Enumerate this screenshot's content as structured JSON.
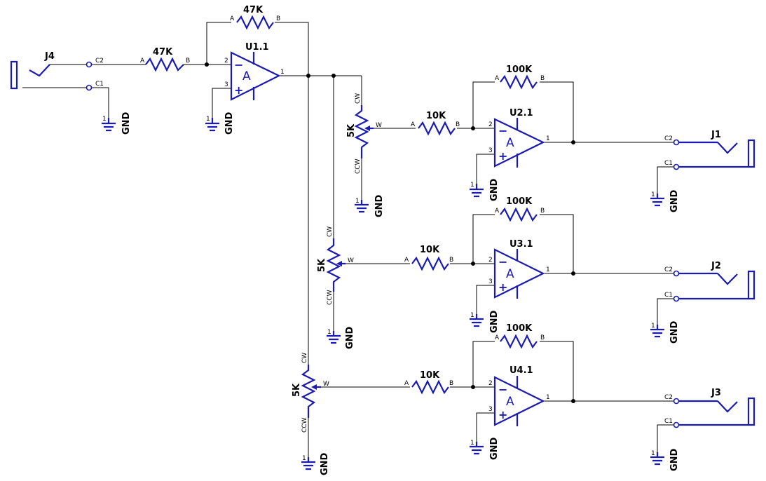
{
  "opamps": [
    {
      "ref": "U1.1",
      "pin_out": "1",
      "pin_inv": "2",
      "pin_noninv": "3",
      "unit": "A",
      "minus": "−",
      "plus": "+"
    },
    {
      "ref": "U2.1",
      "pin_out": "1",
      "pin_inv": "2",
      "pin_noninv": "3",
      "unit": "A",
      "minus": "−",
      "plus": "+"
    },
    {
      "ref": "U3.1",
      "pin_out": "1",
      "pin_inv": "2",
      "pin_noninv": "3",
      "unit": "A",
      "minus": "−",
      "plus": "+"
    },
    {
      "ref": "U4.1",
      "pin_out": "1",
      "pin_inv": "2",
      "pin_noninv": "3",
      "unit": "A",
      "minus": "−",
      "plus": "+"
    }
  ],
  "resistors": [
    {
      "value": "47K",
      "pin_a": "A",
      "pin_b": "B"
    },
    {
      "value": "47K",
      "pin_a": "A",
      "pin_b": "B"
    },
    {
      "value": "100K",
      "pin_a": "A",
      "pin_b": "B"
    },
    {
      "value": "10K",
      "pin_a": "A",
      "pin_b": "B"
    },
    {
      "value": "100K",
      "pin_a": "A",
      "pin_b": "B"
    },
    {
      "value": "10K",
      "pin_a": "A",
      "pin_b": "B"
    },
    {
      "value": "100K",
      "pin_a": "A",
      "pin_b": "B"
    },
    {
      "value": "10K",
      "pin_a": "A",
      "pin_b": "B"
    }
  ],
  "pots": [
    {
      "value": "5K",
      "cw": "CW",
      "ccw": "CCW",
      "wiper": "W"
    },
    {
      "value": "5K",
      "cw": "CW",
      "ccw": "CCW",
      "wiper": "W"
    },
    {
      "value": "5K",
      "cw": "CW",
      "ccw": "CCW",
      "wiper": "W"
    }
  ],
  "jacks": [
    {
      "ref": "J4",
      "tip": "C2",
      "sleeve": "C1"
    },
    {
      "ref": "J1",
      "tip": "C2",
      "sleeve": "C1"
    },
    {
      "ref": "J2",
      "tip": "C2",
      "sleeve": "C1"
    },
    {
      "ref": "J3",
      "tip": "C2",
      "sleeve": "C1"
    }
  ],
  "grounds": [
    {
      "label": "GND",
      "pin": "1"
    },
    {
      "label": "GND",
      "pin": "1"
    },
    {
      "label": "GND",
      "pin": "1"
    },
    {
      "label": "GND",
      "pin": "1"
    },
    {
      "label": "GND",
      "pin": "1"
    },
    {
      "label": "GND",
      "pin": "1"
    },
    {
      "label": "GND",
      "pin": "1"
    },
    {
      "label": "GND",
      "pin": "1"
    },
    {
      "label": "GND",
      "pin": "1"
    },
    {
      "label": "GND",
      "pin": "1"
    },
    {
      "label": "GND",
      "pin": "1"
    }
  ],
  "colors": {
    "symbol": "#1b1bb3",
    "wire": "#000000",
    "background": "#ffffff"
  }
}
